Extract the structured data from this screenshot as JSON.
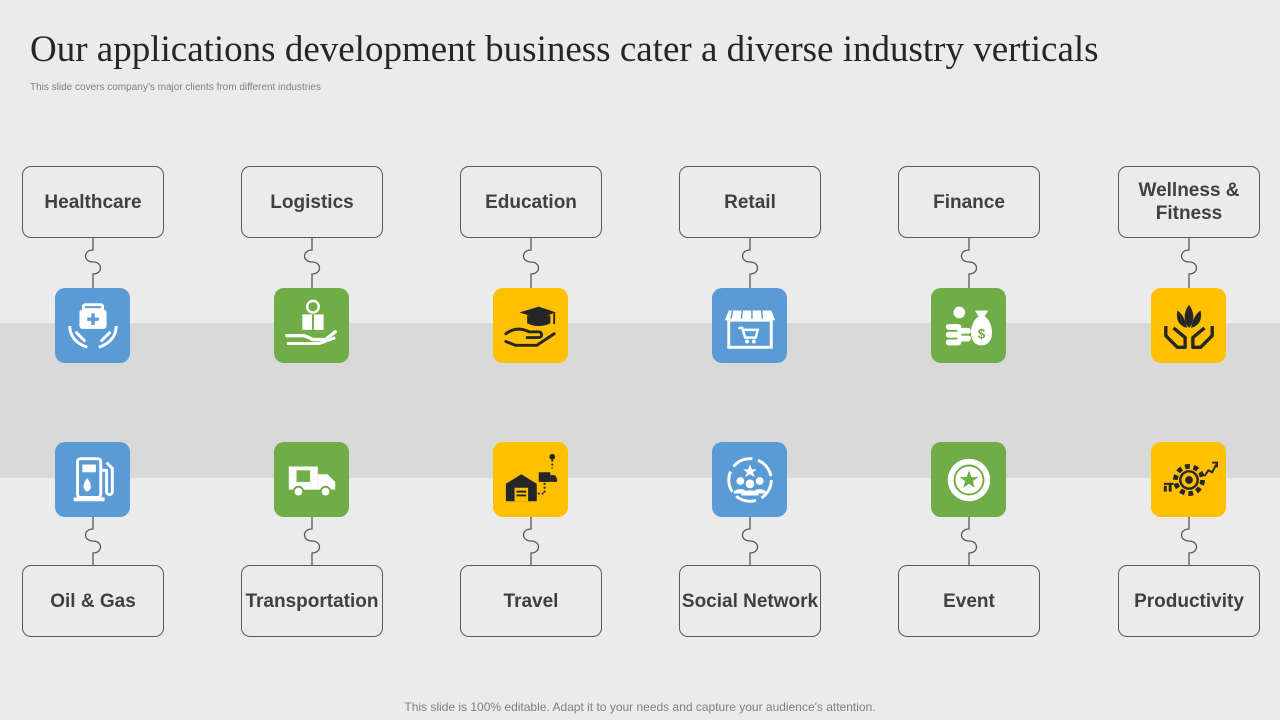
{
  "header": {
    "title": "Our applications development business cater a diverse industry verticals",
    "subtitle": "This slide covers company’s major clients from different industries"
  },
  "colors": {
    "blue": "#5b9bd5",
    "green": "#70ad47",
    "yellow": "#ffc000",
    "band": "#d9d9d9",
    "background": "#ebebeb"
  },
  "columns": [
    {
      "top_label": "Healthcare",
      "top_icon": "medical-kit-hands-icon",
      "top_color": "blue",
      "bottom_label": "Oil & Gas",
      "bottom_icon": "fuel-pump-icon",
      "bottom_color": "blue"
    },
    {
      "top_label": "Logistics",
      "top_icon": "parcel-hand-icon",
      "top_color": "green",
      "bottom_label": "Transportation",
      "bottom_icon": "delivery-truck-icon",
      "bottom_color": "green"
    },
    {
      "top_label": "Education",
      "top_icon": "graduation-cap-hand-icon",
      "top_color": "yellow",
      "bottom_label": "Travel",
      "bottom_icon": "warehouse-route-icon",
      "bottom_color": "yellow"
    },
    {
      "top_label": "Retail",
      "top_icon": "storefront-cart-icon",
      "top_color": "blue",
      "bottom_label": "Social Network",
      "bottom_icon": "community-network-icon",
      "bottom_color": "blue"
    },
    {
      "top_label": "Finance",
      "top_icon": "money-bag-coins-icon",
      "top_color": "green",
      "bottom_label": "Event",
      "bottom_icon": "star-badge-icon",
      "bottom_color": "green"
    },
    {
      "top_label": "Wellness & Fitness",
      "top_icon": "lotus-hands-icon",
      "top_color": "yellow",
      "bottom_label": "Productivity",
      "bottom_icon": "gear-target-growth-icon",
      "bottom_color": "yellow"
    }
  ],
  "footer": {
    "text": "This slide is 100% editable. Adapt it to your needs and capture your audience's attention."
  }
}
